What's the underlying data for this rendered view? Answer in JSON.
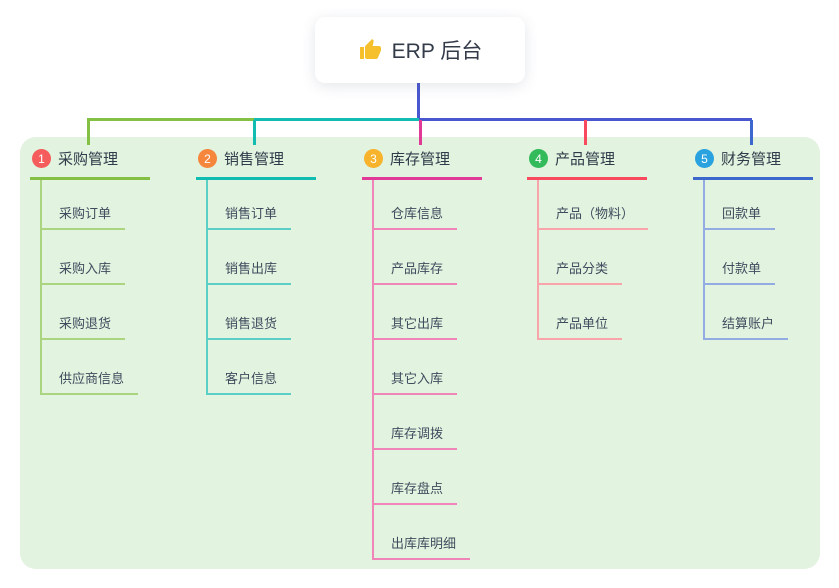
{
  "root": {
    "label": "ERP 后台",
    "icon": "thumbs-up-icon"
  },
  "colors": {
    "root_connector": "#4a58d0",
    "panel_bg": "#e2f3df",
    "top_segments": [
      "#84c043",
      "#12bcb1",
      "#4a58d0"
    ],
    "thumb_icon": "#f5c02c"
  },
  "branches": [
    {
      "number": "1",
      "title": "采购管理",
      "badge_color": "#f55c5c",
      "line_color": "#84c043",
      "item_line_color": "#aad480",
      "items": [
        "采购订单",
        "采购入库",
        "采购退货",
        "供应商信息"
      ]
    },
    {
      "number": "2",
      "title": "销售管理",
      "badge_color": "#f5863c",
      "line_color": "#12bcb1",
      "item_line_color": "#5bcfc6",
      "items": [
        "销售订单",
        "销售出库",
        "销售退货",
        "客户信息"
      ]
    },
    {
      "number": "3",
      "title": "库存管理",
      "badge_color": "#f7b32b",
      "line_color": "#e03a96",
      "item_line_color": "#ef85b8",
      "items": [
        "仓库信息",
        "产品库存",
        "其它出库",
        "其它入库",
        "库存调拨",
        "库存盘点",
        "出库库明细"
      ]
    },
    {
      "number": "4",
      "title": "产品管理",
      "badge_color": "#33ba5b",
      "line_color": "#f8495f",
      "item_line_color": "#f9a3ab",
      "items": [
        "产品（物料）",
        "产品分类",
        "产品单位"
      ]
    },
    {
      "number": "5",
      "title": "财务管理",
      "badge_color": "#2aa2df",
      "line_color": "#3c68ce",
      "item_line_color": "#92abe2",
      "items": [
        "回款单",
        "付款单",
        "结算账户"
      ]
    }
  ]
}
